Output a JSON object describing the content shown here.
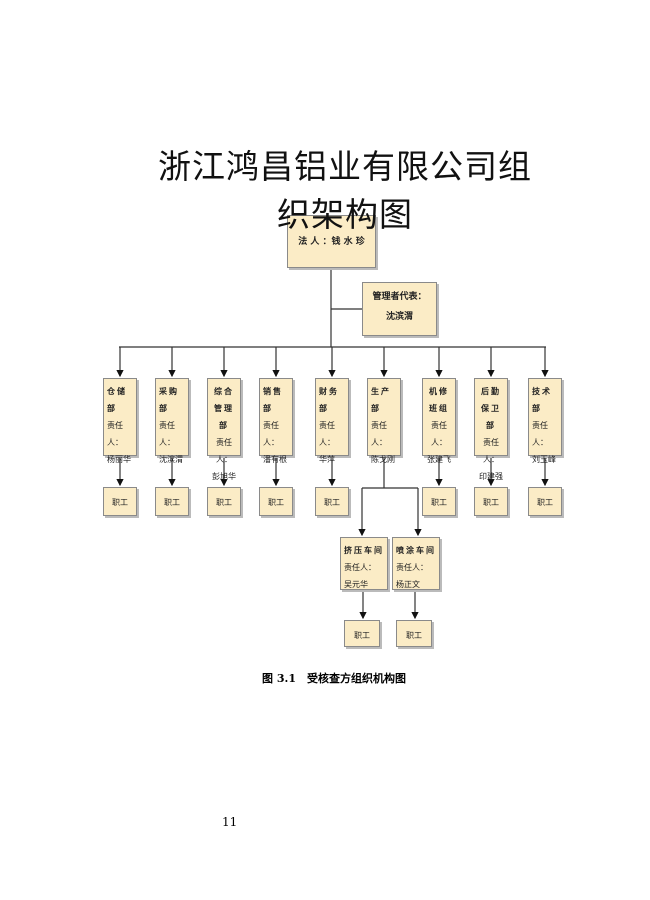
{
  "title": "浙江鸿昌铝业有限公司组织架构图",
  "legal": {
    "label": "法 人 ：钱 水 珍"
  },
  "manager": {
    "role": "管理者代表：",
    "name": "沈滨渭"
  },
  "depts": [
    {
      "name": "仓储部",
      "resp": "责任人：",
      "person": "杨丽华"
    },
    {
      "name": "采购部",
      "resp": "责任人：",
      "person": "沈滨渭"
    },
    {
      "name": "综合管理部",
      "resp": "责任人：",
      "person": "彭旭华"
    },
    {
      "name": "销售部",
      "resp": "责任人：",
      "person": "潘有根"
    },
    {
      "name": "财务部",
      "resp": "责任人：",
      "person": "华萍"
    },
    {
      "name": "生产部",
      "resp": "责任人：",
      "person": "陈戈刚"
    },
    {
      "name": "机修班组",
      "resp": "责任人：",
      "person": "张建飞"
    },
    {
      "name": "后勤保卫部",
      "resp": "责任人：",
      "person": "印建强"
    },
    {
      "name": "技术部",
      "resp": "责任人：",
      "person": "刘玉峰"
    }
  ],
  "workshops": [
    {
      "name": "挤压车间",
      "resp": "责任人：",
      "person": "吴元华"
    },
    {
      "name": "喷涂车间",
      "resp": "责任人：",
      "person": "杨正文"
    }
  ],
  "staff": "职工",
  "caption": "图 3.1　受核查方组织机构图",
  "page_number": "11"
}
